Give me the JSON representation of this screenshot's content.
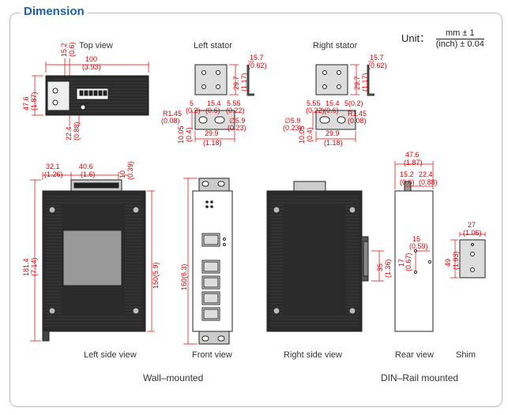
{
  "header": {
    "title": "Dimension"
  },
  "unit": {
    "label": "Unit：",
    "numerator": "mm ± 1",
    "denominator": "(inch) ± 0.04"
  },
  "views": {
    "top_view": "Top view",
    "left_stator": "Left stator",
    "right_stator": "Right stator",
    "left_side_view": "Left side view",
    "front_view": "Front view",
    "right_side_view": "Right side view",
    "rear_view": "Rear view",
    "shim": "Shim"
  },
  "groups": {
    "wall": "Wall–mounted",
    "din": "DIN–Rail mounted"
  },
  "dims": {
    "top_100": "100",
    "top_393": "(3.93)",
    "top_152": "15.2",
    "top_06": "(0.6)",
    "top_476": "47.6",
    "top_187": "(1.87)",
    "top_224": "22.4",
    "top_088": "(0.88)",
    "ls_297": "29.7",
    "ls_117": "(1.17)",
    "ls_157": "15.7",
    "ls_062": "(0.62)",
    "ls_5": "5",
    "ls_02": "(0.2)",
    "ls_154": "15.4",
    "ls_06": "(0.6)",
    "ls_555": "5.55",
    "ls_022": "(0.22)",
    "ls_r145": "R1.45",
    "ls_008": "(0.08)",
    "ls_d59": "∅5.9",
    "ls_023": "(0.23)",
    "ls_1005": "10.05",
    "ls_04": "(0.4)",
    "ls_299": "29.9",
    "ls_118": "(1.18)",
    "rs_297": "29.7",
    "rs_117": "(1.17)",
    "rs_157": "15.7",
    "rs_062": "(0.62)",
    "rs_555": "5.55",
    "rs_022": "(0.22)",
    "rs_154": "15.4",
    "rs_06": "(0.6)",
    "rs_502": "5(0.2)",
    "rs_d59": "∅5.9",
    "rs_023": "(0.23)",
    "rs_r145": "R1.45",
    "rs_008": "(0.08)",
    "rs_1005": "10.05",
    "rs_04": "(0.4)",
    "rs_299": "29.9",
    "rs_118": "(1.18)",
    "lsv_321": "32.1",
    "lsv_126": "(1.26)",
    "lsv_406": "40.6",
    "lsv_16": "(1.6)",
    "lsv_10": "10",
    "lsv_039": "(0.39)",
    "lsv_1814": "181.4",
    "lsv_714": "(7.14)",
    "lsv_150": "150(5.9)",
    "fv_160": "160(6.3)",
    "rsv_35": "35",
    "rsv_136": "(1.36)",
    "rv_476": "47.6",
    "rv_187": "(1.87)",
    "rv_152": "15.2",
    "rv_06": "(0.6)",
    "rv_224": "22.4",
    "rv_088": "(0.88)",
    "rv_15": "15",
    "rv_059": "(0.59)",
    "rv_17": "17",
    "rv_067": "(0.67)",
    "sh_27": "27",
    "sh_106": "(1.06)",
    "sh_49": "49",
    "sh_193": "(1.93)"
  }
}
